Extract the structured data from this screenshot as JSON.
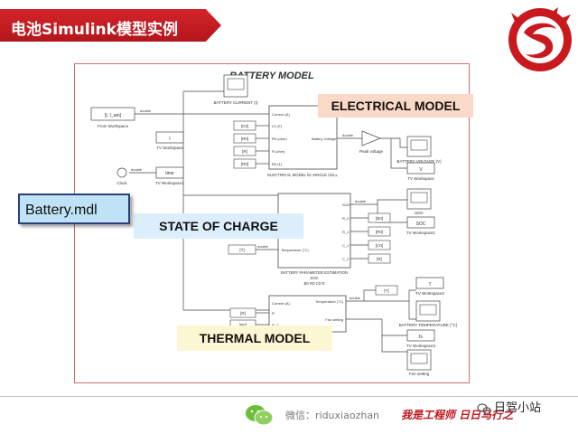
{
  "header": {
    "title": "电池Simulink模型实例"
  },
  "diagram": {
    "title": "BATTERY MODEL",
    "blocks": {
      "from_workspace_value": "[t, I_am]",
      "from_workspace_label": "From Workspace",
      "to_workspace_i": "TV Workspace",
      "clock_label": "Clock",
      "to_workspace_time_value": "time",
      "to_workspace_time_label": "TV Workspace1",
      "scope_current_label": "BATTERY CURRENT (I)",
      "electrical_block_label": "ELECTRICAL MODEL for SINGLE CELL",
      "electrical_in_current": "Current (A)",
      "electrical_in_2": "C1 (F)",
      "electrical_in_3": "R0 (ohm)",
      "electrical_in_4": "R (ohm)",
      "electrical_in_5": "R0 (1)",
      "electrical_out": "Battery Voltage",
      "constants_electrical": [
        "[C0]",
        "[R0]",
        "[R]",
        "[R0]"
      ],
      "gain_label": "Peak voltage",
      "scope_voltage_label": "BATTERY VOLTAGE (V)",
      "to_workspace_v_value": "V",
      "to_workspace_v_label": "TV Workspace",
      "soc_block_label": "BATTERY PARAMETER ESTIMATION",
      "soc_block_sub1": "SOC",
      "soc_block_sub2": "B0 R0 C0 R",
      "soc_in_temp": "Temperature (°C)",
      "soc_out": [
        "SOC",
        "R_0",
        "R_1",
        "C_1",
        "C_2"
      ],
      "soc_const_in": "[T]",
      "soc_goto": [
        "[B0]",
        "[R0]",
        "[C0]",
        "[R]"
      ],
      "scope_soc_label": "SOC",
      "to_workspace_soc_value": "SOC",
      "to_workspace_soc_label": "TV Workspace1",
      "thermal_in": [
        "Current (A)",
        "R",
        "R_2"
      ],
      "thermal_const": [
        "[R]",
        "[R0]"
      ],
      "thermal_out": [
        "Temperature (°C)",
        "Fan setting"
      ],
      "thermal_goto": "[T]",
      "to_workspace_t_value": "T",
      "to_workspace_t_label": "TV Workspace2",
      "scope_temp_label": "BATTERY TEMPERATURE (°C)",
      "to_workspace_fan_value": "fs",
      "to_workspace_fan_label": "TV Workspace3",
      "scope_fan_label": "Fan setting",
      "wire_label": "double"
    }
  },
  "callouts": {
    "electrical": "ELECTRICAL MODEL",
    "soc": "STATE OF CHARGE",
    "thermal": "THERMAL MODEL",
    "mdl": "Battery.mdl"
  },
  "footer": {
    "wechat": "微信：riduxiaozhan",
    "slogan": "我是工程师 日日马行之",
    "brand": "日驾小站"
  },
  "colors": {
    "title_bar": "#c8191f",
    "diagram_border": "#d66a6a",
    "callout_electrical": "#fbd9c8",
    "callout_soc": "#dceefc",
    "callout_thermal": "#fdf6d2",
    "callout_mdl": "#bfe2f7"
  },
  "icons": [
    "dragon-logo-icon",
    "wechat-icon",
    "brand-icon"
  ]
}
